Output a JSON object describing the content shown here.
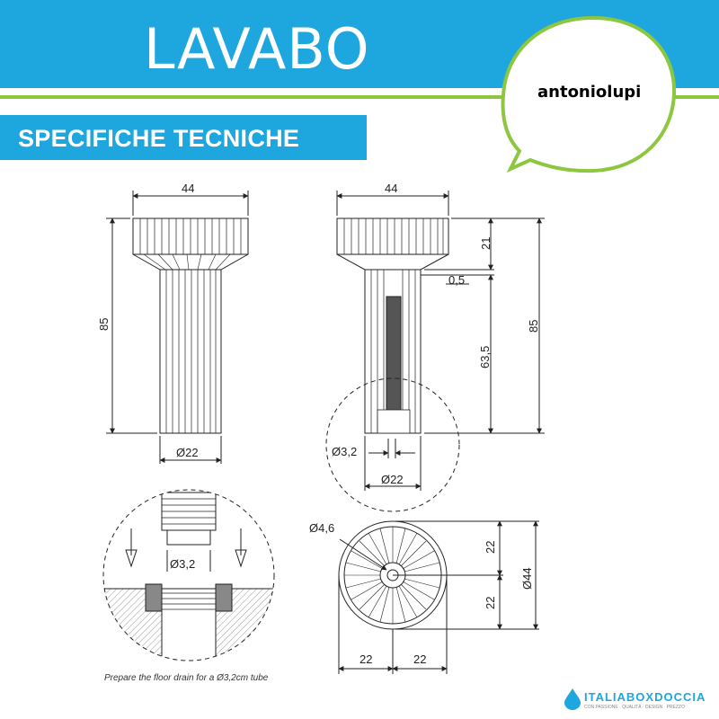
{
  "header": {
    "title": "LAVABO",
    "subtitle": "SPECIFICHE TECNICHE",
    "brand": "antoniolupi"
  },
  "dimensions": {
    "front_width": "44",
    "front_height": "85",
    "front_base": "Ø22",
    "side_width": "44",
    "side_top": "21",
    "side_step": "0,5",
    "side_middle": "63,5",
    "side_height": "85",
    "detail_tube": "Ø3,2",
    "side_base": "Ø22",
    "drain_tube": "Ø3,2",
    "top_hole": "Ø4,6",
    "top_upper": "22",
    "top_lower": "22",
    "top_diameter": "Ø44",
    "top_left": "22",
    "top_right": "22"
  },
  "note": "Prepare the floor drain for a Ø3,2cm tube",
  "logo": {
    "name": "ITALIABOXDOCCIA",
    "tagline": "CON PASSIONE · QUALITÀ · DESIGN · PREZZO"
  },
  "colors": {
    "header_blue": "#1ea6de",
    "accent_green": "#8dc63f",
    "line": "#222222"
  }
}
